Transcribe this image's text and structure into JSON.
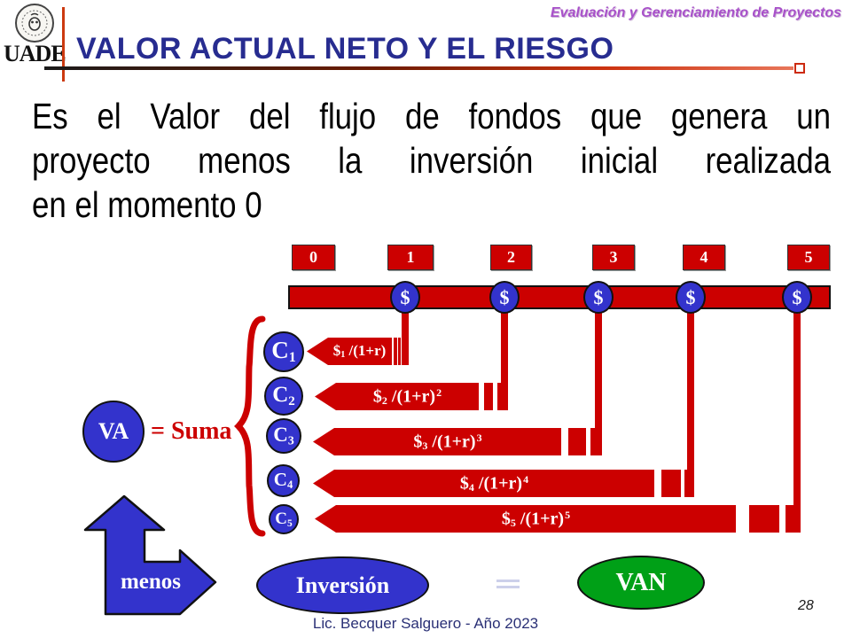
{
  "header": {
    "logo_text": "UADE",
    "course": "Evaluación y Gerenciamiento de Proyectos",
    "title": "VALOR ACTUAL NETO Y EL RIESGO"
  },
  "body": {
    "lines": [
      "Es el Valor del flujo de fondos que genera un",
      "proyecto menos la inversión inicial realizada",
      "en el momento 0"
    ]
  },
  "timeline": {
    "periods": [
      "0",
      "1",
      "2",
      "3",
      "4",
      "5"
    ],
    "dollar_symbol": "$"
  },
  "flows": [
    {
      "index": "1",
      "formula_mid": " /(1+r)",
      "exponent": ""
    },
    {
      "index": "2",
      "formula_mid": " /(1+r)",
      "exponent": "2"
    },
    {
      "index": "3",
      "formula_mid": " /(1+r)",
      "exponent": "3"
    },
    {
      "index": "4",
      "formula_mid": " /(1+r)",
      "exponent": "4"
    },
    {
      "index": "5",
      "formula_mid": " /(1+r)",
      "exponent": "5"
    }
  ],
  "summary": {
    "c_letter": "C",
    "va_label": "VA",
    "suma_label": "= Suma",
    "menos_label": "menos",
    "inversion_label": "Inversión",
    "van_label": "VAN"
  },
  "footer": {
    "credit": "Lic. Becquer Salguero - Año 2023",
    "page_number": "28"
  },
  "colors": {
    "flow_red": "#cc0000",
    "shape_blue": "#3333cc",
    "van_green": "#00a017",
    "title_navy": "#272c90",
    "course_purple": "#a851c9"
  }
}
